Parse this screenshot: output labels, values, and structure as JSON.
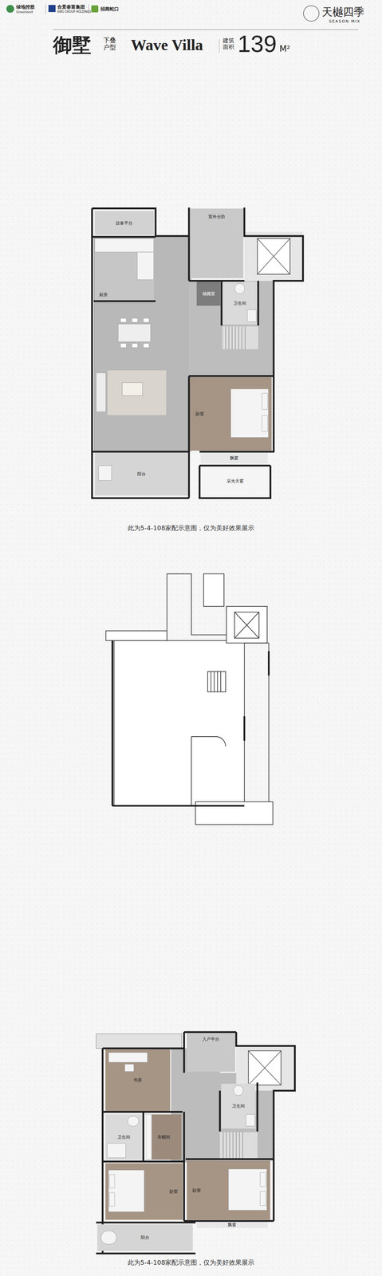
{
  "diagram": {
    "title": "御墅",
    "caption": "此为5-4-108家配示意图，仅为美好效果展示",
    "nodes": [
      {
        "text": [
          "室外台阶"
        ]
      },
      {
        "text": [
          "设备平台"
        ]
      },
      {
        "text": [
          "厨房"
        ]
      },
      {
        "text": [
          "储藏室"
        ]
      },
      {
        "text": [
          "卫生间"
        ]
      },
      {
        "text": [
          "卧室"
        ]
      },
      {
        "text": [
          "飘窗"
        ]
      },
      {
        "text": [
          "阳台"
        ]
      },
      {
        "text": [
          "采光天窗"
        ]
      },
      {
        "text": [
          "入户平台"
        ]
      },
      {
        "text": [
          "书房"
        ]
      },
      {
        "text": [
          "卫生间"
        ]
      },
      {
        "text": [
          "卫生间"
        ]
      },
      {
        "text": [
          "衣帽间"
        ]
      },
      {
        "text": [
          "卧室"
        ]
      },
      {
        "text": [
          "卧室"
        ]
      },
      {
        "text": [
          "飘窗"
        ]
      },
      {
        "text": [
          "阳台"
        ]
      }
    ],
    "labels": [
      "绿地控股",
      "Greenland",
      "合景泰富集团",
      "KWG GROUP HOLDINGS",
      "招商蛇口",
      "天樾四季",
      "SEASON MIX",
      "下叠户型",
      "Wave Villa",
      "建筑面积",
      "139",
      "M²",
      "此为5-4-108家配示意图，仅为美好效果展示"
    ]
  }
}
